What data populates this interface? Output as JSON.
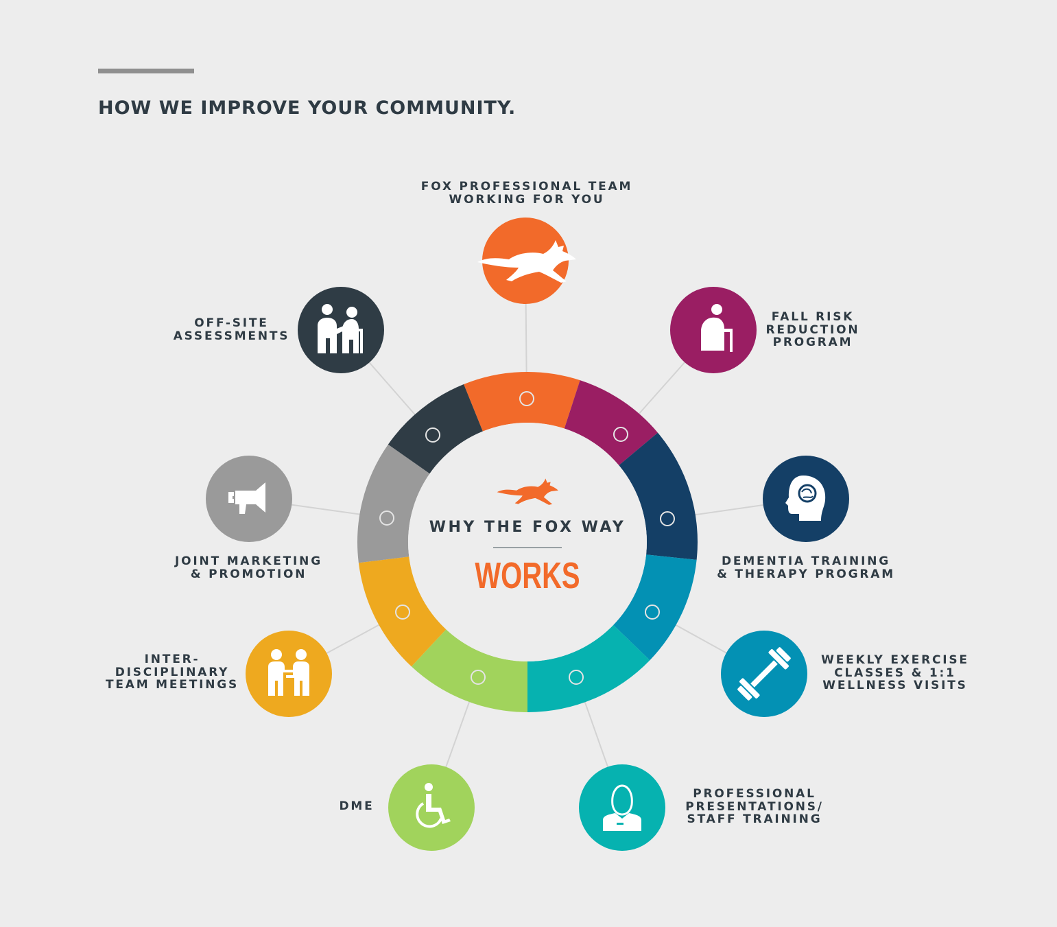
{
  "heading": "HOW WE IMPROVE YOUR COMMUNITY.",
  "center": {
    "title": "WHY THE FOX WAY",
    "subtitle": "WORKS",
    "icon": "fox-icon"
  },
  "colors": {
    "orange": "#f26a2a",
    "magenta": "#9a1e63",
    "navy": "#143f66",
    "blue": "#0391b4",
    "teal": "#06b2b0",
    "green": "#a1d35c",
    "yellow": "#eea91f",
    "gray": "#9a9a9a",
    "charcoal": "#2f3c45",
    "text": "#2f3b44",
    "background": "#ededed"
  },
  "items": [
    {
      "id": "fox-team",
      "label": "FOX PROFESSIONAL TEAM\nWORKING FOR YOU",
      "color": "orange",
      "icon": "running-fox-icon"
    },
    {
      "id": "fall-risk",
      "label": "FALL RISK\nREDUCTION\nPROGRAM",
      "color": "magenta",
      "icon": "elderly-with-cane-icon"
    },
    {
      "id": "dementia",
      "label": "DEMENTIA TRAINING\n& THERAPY PROGRAM",
      "color": "navy",
      "icon": "head-brain-icon"
    },
    {
      "id": "exercise",
      "label": "WEEKLY EXERCISE\nCLASSES & 1:1\nWELLNESS VISITS",
      "color": "blue",
      "icon": "dumbbell-icon"
    },
    {
      "id": "presentations",
      "label": "PROFESSIONAL\nPRESENTATIONS/\nSTAFF TRAINING",
      "color": "teal",
      "icon": "presenter-icon"
    },
    {
      "id": "dme",
      "label": "DME",
      "color": "green",
      "icon": "wheelchair-icon"
    },
    {
      "id": "meetings",
      "label": "INTER-\nDISCIPLINARY\nTEAM MEETINGS",
      "color": "yellow",
      "icon": "two-people-meeting-icon"
    },
    {
      "id": "marketing",
      "label": "JOINT MARKETING\n& PROMOTION",
      "color": "gray",
      "icon": "megaphone-icon"
    },
    {
      "id": "assessments",
      "label": "OFF-SITE\nASSESSMENTS",
      "color": "charcoal",
      "icon": "caregiver-with-elder-icon"
    }
  ]
}
